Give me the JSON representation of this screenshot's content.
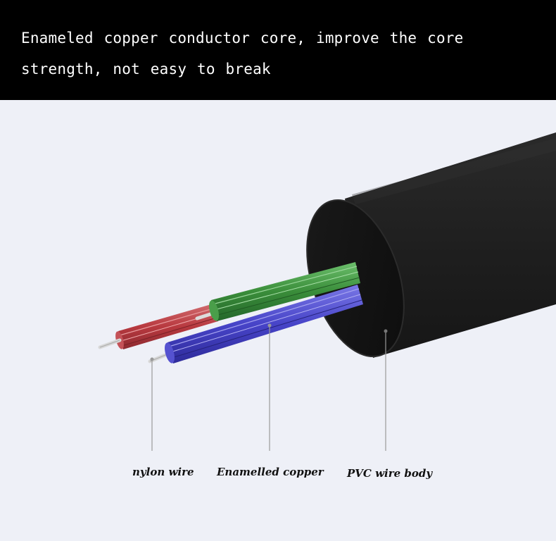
{
  "header": {
    "text": "Enameled copper conductor core, improve the core strength, not easy to break"
  },
  "labels": {
    "nylon": "nylon wire",
    "copper": "Enamelled copper",
    "pvc": "PVC wire body"
  },
  "colors": {
    "header_bg": "#000000",
    "page_bg": "#eef0f7",
    "cable": "#1c1c1c",
    "red_core": "#c0454a",
    "green_core": "#3d8f3d",
    "blue_core": "#4a47c8"
  }
}
